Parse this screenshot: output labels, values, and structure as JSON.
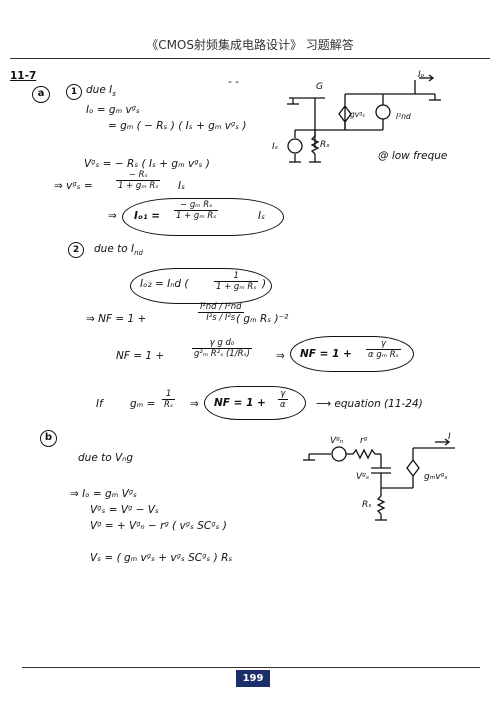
{
  "header": {
    "title": "《CMOS射频集成电路设计》 习题解答"
  },
  "footer": {
    "page_number": "199"
  },
  "problem": {
    "number": "11-7",
    "part_a": "a",
    "part_b": "b"
  },
  "part_a": {
    "step1": {
      "num": "1",
      "heading": "due  I",
      "heading_sub": "s",
      "dash": "- -"
    },
    "io_eq1": "Iₒ = gₘ vᵍₛ",
    "io_eq2": "= gₘ ( − Rₛ ) ( Iₛ + gₘ vᵍₛ )",
    "vgs_eq1": "Vᵍₛ = − Rₛ ( Iₛ + gₘ vᵍₛ )",
    "vgs_lhs": "⇒  vᵍₛ =",
    "vgs_num": "− Rₛ",
    "vgs_den": "1 + gₘ Rₛ",
    "vgs_tail": "Iₛ",
    "io1_lhs": "⇒",
    "io1_label": "Iₒ₁ =",
    "io1_num": "− gₘ Rₛ",
    "io1_den": "1 + gₘ Rₛ",
    "io1_tail": "Iₛ",
    "low_freq": "@ low freque",
    "circuit_labels": {
      "g": "G",
      "io": "Iₒ",
      "is": "Iₛ",
      "rs": "Rₛ",
      "vgs": "gvᵍₛ",
      "ind": "I²nd"
    },
    "step2": {
      "num": "2",
      "heading": "due  to  I",
      "heading_sub": "nd"
    },
    "io2_label": "Iₒ₂ =  Iₙd (",
    "io2_num": "1",
    "io2_den": "1 + gₘ Rₛ",
    "io2_close": ")",
    "nf1_lhs": "⇒   NF  =  1 +",
    "nf1_num": "i²nd / I²nd",
    "nf1_den": "I²s / I²s",
    "nf1_tail": "( gₘ Rₛ )⁻²",
    "nf2_lhs": "NF  =  1 +",
    "nf2_num": "γ g d₀",
    "nf2_den": "g²ₘ R²ₛ (1/Rₛ)",
    "nf2_arrow": "⇒",
    "nf3_label": "NF  =  1 +",
    "nf3_num": "γ",
    "nf3_den": "α gₘ Rₛ",
    "if_label": "If",
    "if_cond": "gₘ =",
    "if_num": "1",
    "if_den": "Rₛ",
    "if_arrow": "⇒",
    "nf4_label": "NF  =  1 +",
    "nf4_num": "γ",
    "nf4_den": "α",
    "eq_ref": "⟶  equation  (11-24)"
  },
  "part_b": {
    "due": "due  to  Vₙg",
    "io_eq": "⇒   Iₒ = gₘ Vᵍₛ",
    "vgs_eq": "Vᵍₛ = Vᵍ − Vₛ",
    "vg_eq": "Vᵍ =  + Vᵍₙ − rᵍ ( vᵍₛ SCᵍₛ )",
    "vs_eq": "Vₛ = ( gₘ vᵍₛ  +  vᵍₛ SCᵍₛ ) Rₛ",
    "circuit_labels": {
      "vgn": "Vᵍₙ",
      "rg": "rᵍ",
      "i": "I",
      "vgs": "Vᵍₛ",
      "rs": "Rₛ",
      "gm": "gₘvᵍₛ"
    }
  }
}
